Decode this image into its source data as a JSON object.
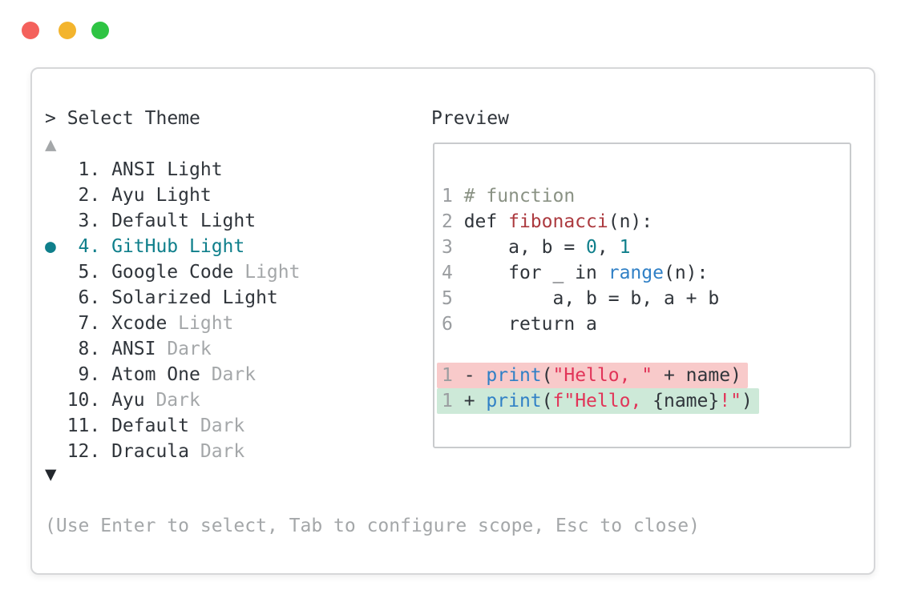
{
  "colors": {
    "accent_teal": "#0f7f8b",
    "text_dark": "#30353b",
    "text_gray": "#a4a7a9",
    "arrow_dark": "#23272d",
    "line_number_gray": "#9a9da0",
    "comment_green_gray": "#8a9284",
    "function_red": "#ac3a3f",
    "builtin_blue": "#3080c6",
    "number_teal": "#0f7f8b",
    "string_crimson": "#e13458",
    "diff_removed_bg": "#f8caca",
    "diff_added_bg": "#cde9d8",
    "window_border": "#d6d7d9",
    "preview_border": "#c9cbcd",
    "traffic_red": "#f4615c",
    "traffic_yellow": "#f3b42d",
    "traffic_green": "#2ec443"
  },
  "window_controls": {
    "close": "close",
    "minimize": "minimize",
    "maximize": "maximize"
  },
  "theme_picker": {
    "prompt": "> Select Theme",
    "scroll_up_icon": "▲",
    "scroll_down_icon": "▼",
    "selected_bullet": "●",
    "hint": "(Use Enter to select, Tab to configure scope, Esc to close)",
    "items": [
      {
        "number": "1.",
        "name": "ANSI Light",
        "suffix": "",
        "selected": false
      },
      {
        "number": "2.",
        "name": "Ayu Light",
        "suffix": "",
        "selected": false
      },
      {
        "number": "3.",
        "name": "Default Light",
        "suffix": "",
        "selected": false
      },
      {
        "number": "4.",
        "name": "GitHub Light",
        "suffix": "",
        "selected": true
      },
      {
        "number": "5.",
        "name": "Google Code",
        "suffix": "Light",
        "selected": false
      },
      {
        "number": "6.",
        "name": "Solarized Light",
        "suffix": "",
        "selected": false
      },
      {
        "number": "7.",
        "name": "Xcode",
        "suffix": "Light",
        "selected": false
      },
      {
        "number": "8.",
        "name": "ANSI",
        "suffix": "Dark",
        "selected": false
      },
      {
        "number": "9.",
        "name": "Atom One",
        "suffix": "Dark",
        "selected": false
      },
      {
        "number": "10.",
        "name": "Ayu",
        "suffix": "Dark",
        "selected": false
      },
      {
        "number": "11.",
        "name": "Default",
        "suffix": "Dark",
        "selected": false
      },
      {
        "number": "12.",
        "name": "Dracula",
        "suffix": "Dark",
        "selected": false
      }
    ]
  },
  "preview": {
    "title": "Preview",
    "code_lines": [
      {
        "num": "1",
        "bg": "",
        "tokens": [
          {
            "c": "comment",
            "t": "# function"
          }
        ]
      },
      {
        "num": "2",
        "bg": "",
        "tokens": [
          {
            "c": "plain",
            "t": "def "
          },
          {
            "c": "func",
            "t": "fibonacci"
          },
          {
            "c": "plain",
            "t": "(n):"
          }
        ]
      },
      {
        "num": "3",
        "bg": "",
        "tokens": [
          {
            "c": "plain",
            "t": "    a, b = "
          },
          {
            "c": "number",
            "t": "0"
          },
          {
            "c": "plain",
            "t": ", "
          },
          {
            "c": "number",
            "t": "1"
          }
        ]
      },
      {
        "num": "4",
        "bg": "",
        "tokens": [
          {
            "c": "plain",
            "t": "    for _ in "
          },
          {
            "c": "builtin",
            "t": "range"
          },
          {
            "c": "plain",
            "t": "(n):"
          }
        ]
      },
      {
        "num": "5",
        "bg": "",
        "tokens": [
          {
            "c": "plain",
            "t": "        a, b = b, a + b"
          }
        ]
      },
      {
        "num": "6",
        "bg": "",
        "tokens": [
          {
            "c": "plain",
            "t": "    return a"
          }
        ]
      },
      {
        "num": "",
        "bg": "",
        "tokens": []
      },
      {
        "num": "1",
        "bg": "removed",
        "tokens": [
          {
            "c": "plain",
            "t": "- "
          },
          {
            "c": "builtin",
            "t": "print"
          },
          {
            "c": "plain",
            "t": "("
          },
          {
            "c": "string",
            "t": "\"Hello, \""
          },
          {
            "c": "plain",
            "t": " + name)"
          }
        ]
      },
      {
        "num": "1",
        "bg": "added",
        "tokens": [
          {
            "c": "plain",
            "t": "+ "
          },
          {
            "c": "builtin",
            "t": "print"
          },
          {
            "c": "plain",
            "t": "("
          },
          {
            "c": "string",
            "t": "f\"Hello, "
          },
          {
            "c": "plain",
            "t": "{name}"
          },
          {
            "c": "string",
            "t": "!\""
          },
          {
            "c": "plain",
            "t": ")"
          }
        ]
      }
    ]
  }
}
